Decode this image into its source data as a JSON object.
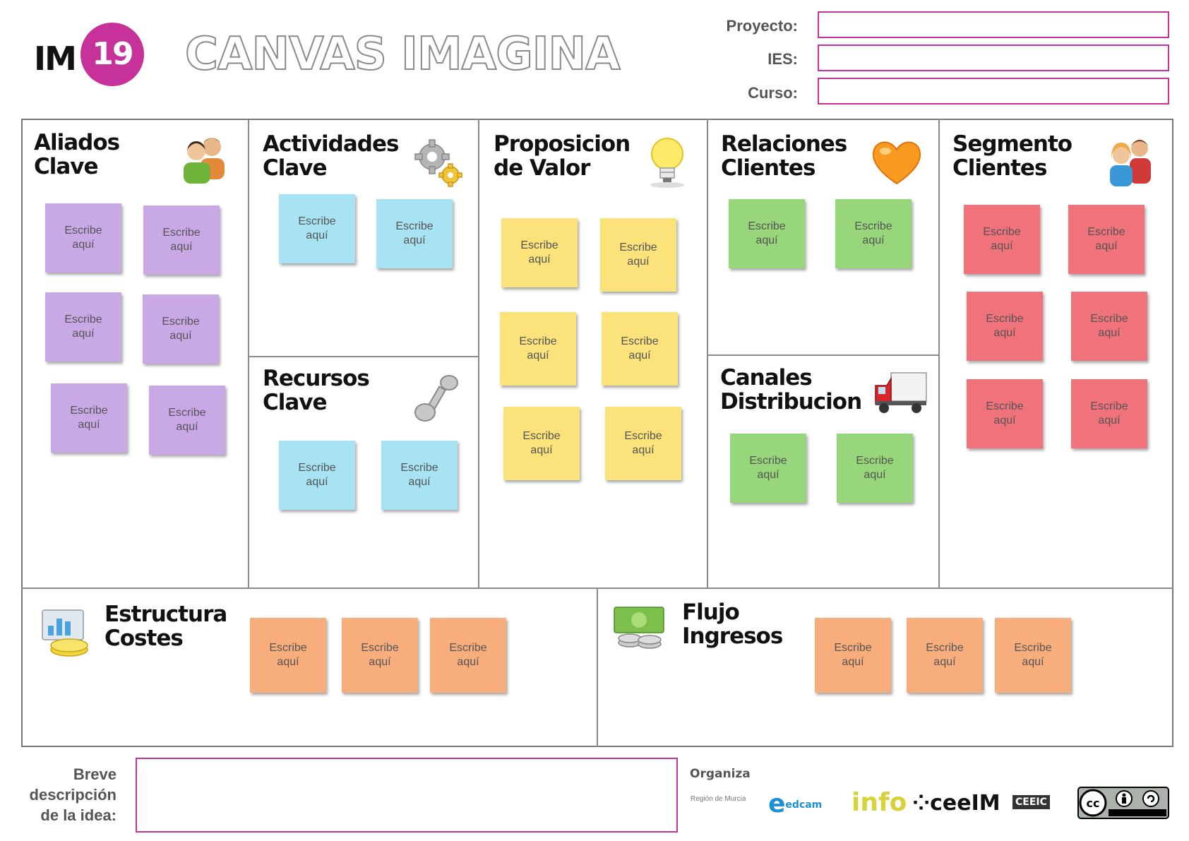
{
  "header": {
    "logo_text": "IM",
    "logo_number": "19",
    "title": "CANVAS IMAGINA",
    "fields": [
      {
        "label": "Proyecto:",
        "value": ""
      },
      {
        "label": "IES:",
        "value": ""
      },
      {
        "label": "Curso:",
        "value": ""
      }
    ]
  },
  "note_text": {
    "line1": "Escribe",
    "line2": "aquí"
  },
  "sections": {
    "aliados": {
      "title_1": "Aliados",
      "title_2": "Clave",
      "icon": "people-icon"
    },
    "actividades": {
      "title_1": "Actividades",
      "title_2": "Clave",
      "icon": "gears-icon"
    },
    "recursos": {
      "title_1": "Recursos",
      "title_2": "Clave",
      "icon": "dumbbell-icon"
    },
    "propuesta": {
      "title_1": "Proposicion",
      "title_2": "de Valor",
      "icon": "lightbulb-icon"
    },
    "relaciones": {
      "title_1": "Relaciones",
      "title_2": "Clientes",
      "icon": "heart-icon"
    },
    "canales": {
      "title_1": "Canales",
      "title_2": "Distribucion",
      "icon": "truck-icon"
    },
    "segmento": {
      "title_1": "Segmento",
      "title_2": "Clientes",
      "icon": "customers-icon"
    },
    "costes": {
      "title_1": "Estructura",
      "title_2": "Costes",
      "icon": "chart-coins-icon"
    },
    "ingresos": {
      "title_1": "Flujo",
      "title_2": "Ingresos",
      "icon": "money-icon"
    }
  },
  "footer": {
    "desc_label_1": "Breve",
    "desc_label_2": "descripción",
    "desc_label_3": "de la idea:",
    "desc_value": "",
    "organiza": "Organiza",
    "sponsors": [
      "Región de Murcia",
      "edcam",
      "info",
      "ceeIM",
      "CEEIC"
    ],
    "license_icon": "cc-by-sa-icon"
  },
  "colors": {
    "accent": "#c6319a",
    "purple": "#c9a8e6",
    "blue": "#a8e3f3",
    "yellow": "#fbe27a",
    "green": "#97d67a",
    "red": "#f0727a",
    "orange": "#f8ad7c"
  }
}
